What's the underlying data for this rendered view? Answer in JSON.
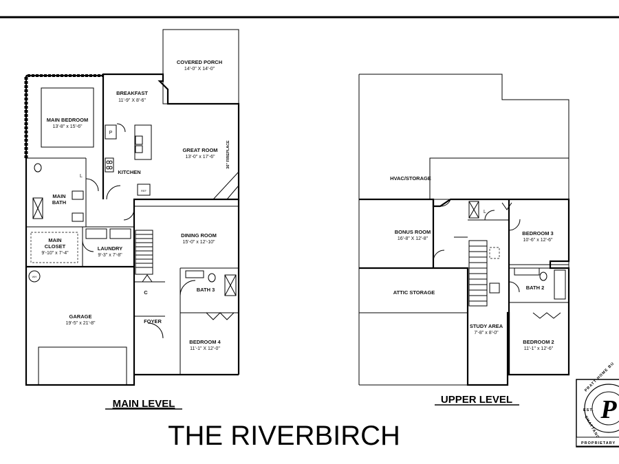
{
  "title": "THE RIVERBIRCH",
  "main_level": {
    "label": "MAIN LEVEL",
    "rooms": {
      "covered_porch": {
        "name": "COVERED PORCH",
        "dim": "14'-0\" X 14'-0\""
      },
      "breakfast": {
        "name": "BREAKFAST",
        "dim": "11'-9\" X 8'-6\""
      },
      "main_bedroom": {
        "name": "MAIN BEDROOM",
        "dim": "13'-8\" x 15'-6\""
      },
      "great_room": {
        "name": "GREAT ROOM",
        "dim": "13'-0\" x 17'-6\""
      },
      "kitchen": {
        "name": "KITCHEN"
      },
      "main_bath": {
        "name_l1": "MAIN",
        "name_l2": "BATH"
      },
      "main_closet": {
        "name_l1": "MAIN",
        "name_l2": "CLOSET",
        "dim": "9'-10\" x 7'-4\""
      },
      "laundry": {
        "name": "LAUNDRY",
        "dim": "9'-3\" x 7'-8\""
      },
      "dining_room": {
        "name": "DINING ROOM",
        "dim": "15'-0\" x 12'-10\""
      },
      "bath3": {
        "name": "BATH 3"
      },
      "garage": {
        "name": "GARAGE",
        "dim": "19'-5\" x 21'-8\""
      },
      "foyer": {
        "name": "FOYER"
      },
      "bedroom4": {
        "name": "BEDROOM 4",
        "dim": "11'-1\" X 12'-0\""
      }
    },
    "fixtures": {
      "fireplace": "36\" FIREPLACE",
      "pantry": "P",
      "refrigerator": "REF",
      "wh": "WH",
      "coat_closet": "C",
      "linen": "L"
    }
  },
  "upper_level": {
    "label": "UPPER LEVEL",
    "rooms": {
      "hvac": {
        "name": "HVAC/STORAGE"
      },
      "bonus_room": {
        "name": "BONUS ROOM",
        "dim": "16'-8\" X 12'-8\""
      },
      "bedroom3": {
        "name": "BEDROOM 3",
        "dim": "10'-6\" x 12'-6\""
      },
      "bath2": {
        "name": "BATH 2"
      },
      "attic": {
        "name": "ATTIC STORAGE"
      },
      "study": {
        "name": "STUDY AREA",
        "dim": "7'-8\" x 8'-0\""
      },
      "bedroom2": {
        "name": "BEDROOM 2",
        "dim": "11'-1\" x 12'-6\""
      }
    },
    "fixtures": {
      "linen": "L"
    }
  },
  "logo": {
    "letter": "P",
    "ring_top": "PRATT HOME BU",
    "ring_bottom": "CHATTANOOG",
    "est": "EST.",
    "banner": "PROPRIETARY"
  },
  "colors": {
    "line": "#000000",
    "background": "#ffffff"
  }
}
